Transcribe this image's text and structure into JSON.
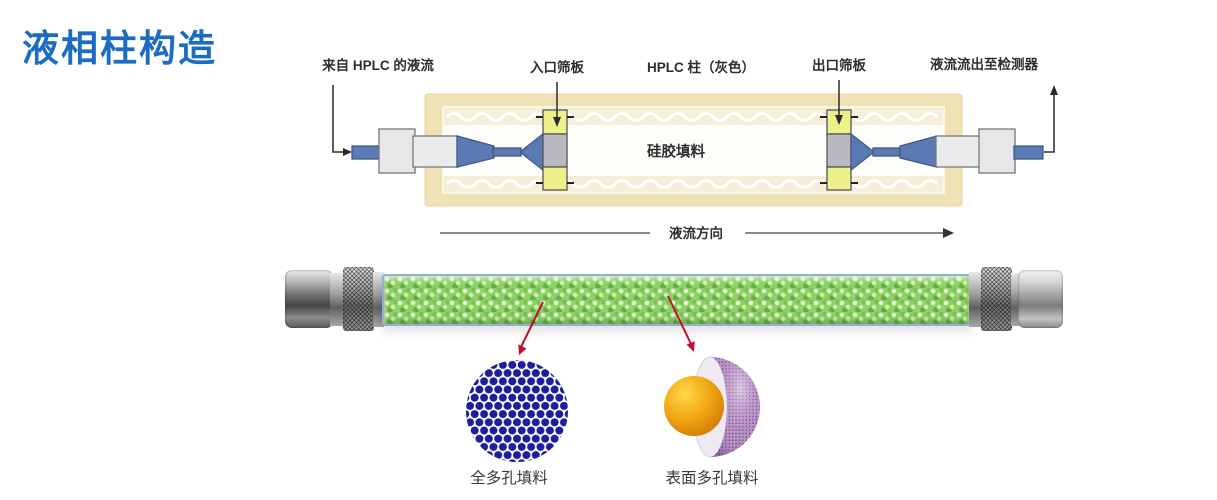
{
  "title": "液相柱构造",
  "schematic": {
    "labels": {
      "inlet_flow": "来自 HPLC 的液流",
      "inlet_frit": "入口筛板",
      "column": "HPLC 柱（灰色）",
      "outlet_frit": "出口筛板",
      "outlet_flow": "液流流出至检测器",
      "packing": "硅胶填料",
      "flow_direction": "液流方向"
    },
    "colors": {
      "column_tan": "#efe2b4",
      "column_cream": "#f6eed8",
      "frit_yellow": "#eef089",
      "frit_gray": "#b9b9c2",
      "fitting_blue": "#5b79b2",
      "fitting_gray": "#e8e8ea",
      "arrow_dark": "#2a2a2a"
    }
  },
  "photo_column": {
    "bead_color_green": "#8ed06a",
    "tube_border_blue": "#8fb2d4"
  },
  "particles": {
    "fully_porous_label": "全多孔填料",
    "superficially_porous_label": "表面多孔填料",
    "pointer_color": "#c01030",
    "fully_porous_dot_navy": "#1d1d9e",
    "core_orange": "#f2a714",
    "shell_purple": "#bb94c8"
  },
  "colors": {
    "title_blue": "#1b6cc2",
    "background": "#ffffff"
  }
}
